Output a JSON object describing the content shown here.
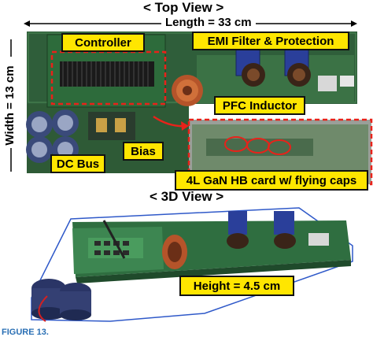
{
  "title_top": "< Top View >",
  "length_label": "Length = 33 cm",
  "width_label": "Width = 13 cm",
  "labels": {
    "controller": "Controller",
    "emi": "EMI Filter & Protection",
    "pfc": "PFC Inductor",
    "bias": "Bias",
    "dcbus": "DC Bus",
    "card": "4L GaN HB card w/ flying caps",
    "height": "Height = 4.5 cm"
  },
  "title_3d": "< 3D View >",
  "figure_caption": "FIGURE 13."
}
